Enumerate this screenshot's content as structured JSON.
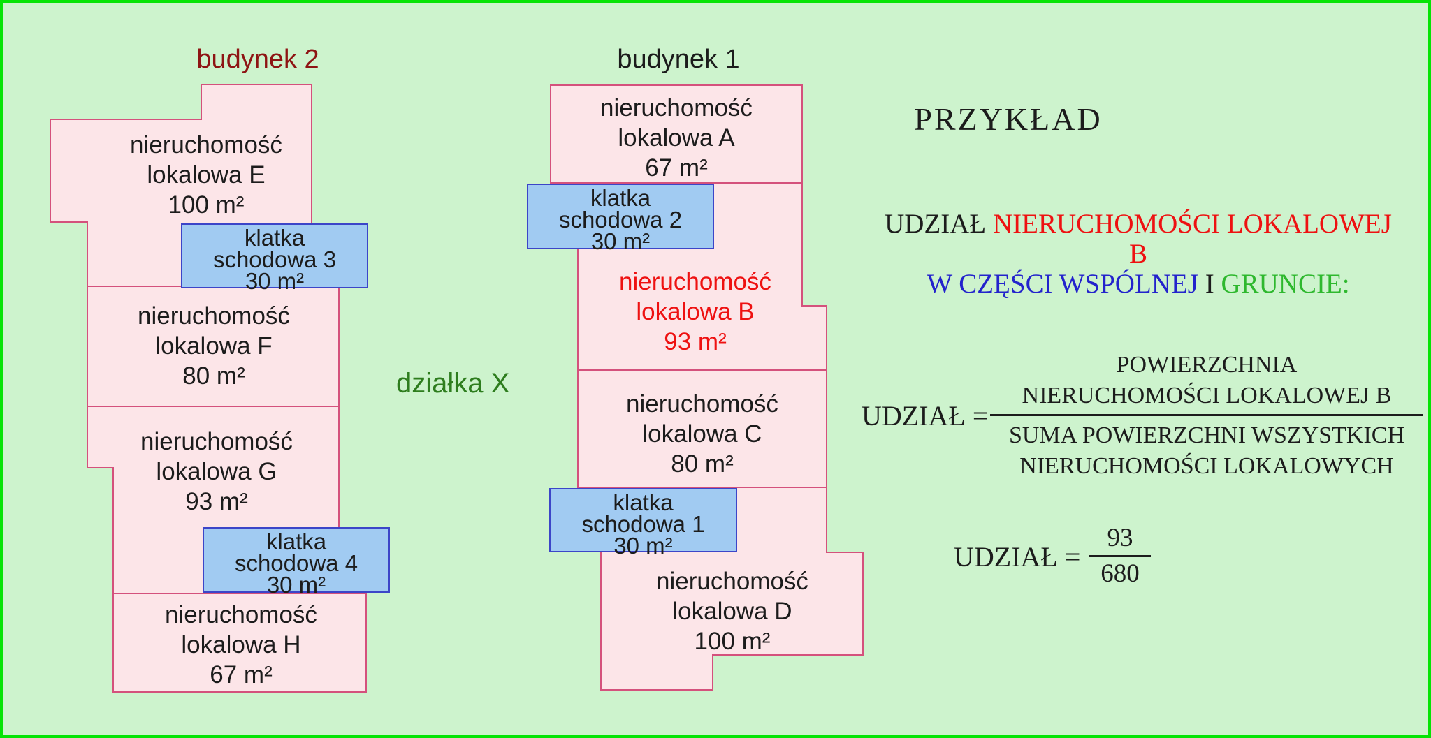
{
  "buildings": [
    {
      "id": "budynek-2",
      "label": "budynek 2"
    },
    {
      "id": "budynek-1",
      "label": "budynek 1"
    }
  ],
  "parcel": {
    "label": "działka X"
  },
  "units": [
    {
      "id": "E",
      "building": "budynek 2",
      "lines": [
        "nieruchomość",
        "lokalowa E",
        "100 m²"
      ]
    },
    {
      "id": "F",
      "building": "budynek 2",
      "lines": [
        "nieruchomość",
        "lokalowa F",
        "80 m²"
      ]
    },
    {
      "id": "G",
      "building": "budynek 2",
      "lines": [
        "nieruchomość",
        "lokalowa G",
        "93 m²"
      ]
    },
    {
      "id": "H",
      "building": "budynek 2",
      "lines": [
        "nieruchomość",
        "lokalowa H",
        "67 m²"
      ]
    },
    {
      "id": "A",
      "building": "budynek 1",
      "lines": [
        "nieruchomość",
        "lokalowa A",
        "67 m²"
      ]
    },
    {
      "id": "B",
      "building": "budynek 1",
      "highlighted": true,
      "lines": [
        "nieruchomość",
        "lokalowa B",
        "93 m²"
      ]
    },
    {
      "id": "C",
      "building": "budynek 1",
      "lines": [
        "nieruchomość",
        "lokalowa C",
        "80 m²"
      ]
    },
    {
      "id": "D",
      "building": "budynek 1",
      "lines": [
        "nieruchomość",
        "lokalowa D",
        "100 m²"
      ]
    }
  ],
  "staircases": [
    {
      "id": "3",
      "lines": [
        "klatka",
        "schodowa 3",
        "30 m²"
      ]
    },
    {
      "id": "4",
      "lines": [
        "klatka",
        "schodowa 4",
        "30 m²"
      ]
    },
    {
      "id": "2",
      "lines": [
        "klatka",
        "schodowa 2",
        "30 m²"
      ]
    },
    {
      "id": "1",
      "lines": [
        "klatka",
        "schodowa 1",
        "30 m²"
      ]
    }
  ],
  "example": {
    "title": "PRZYKŁAD",
    "heading": {
      "prefix": "UDZIAŁ",
      "red": "NIERUCHOMOŚCI LOKALOWEJ B",
      "blue": "W CZĘŚCI WSPÓLNEJ",
      "conjunction": "I",
      "green": "GRUNCIE:"
    },
    "formula": {
      "lhs": "UDZIAŁ =",
      "numerator": [
        "POWIERZCHNIA",
        "NIERUCHOMOŚCI LOKALOWEJ B"
      ],
      "denominator": [
        "SUMA POWIERZCHNI WSZYSTKICH",
        "NIERUCHOMOŚCI LOKALOWYCH"
      ]
    },
    "result": {
      "lhs": "UDZIAŁ =",
      "numerator": "93",
      "denominator": "680"
    }
  },
  "colors": {
    "background": "#cdf3cd",
    "frame": "#05e405",
    "unit_fill": "#fce5e8",
    "unit_border": "#d4517c",
    "stair_fill": "#a1cbf2",
    "stair_border": "#3c45c8",
    "building2_label": "#8e1414",
    "highlight_red": "#ee1111",
    "heading_blue": "#2323cc",
    "heading_green": "#2eb82e",
    "parcel_green": "#2e7d1e",
    "text": "#1c1c1c"
  }
}
